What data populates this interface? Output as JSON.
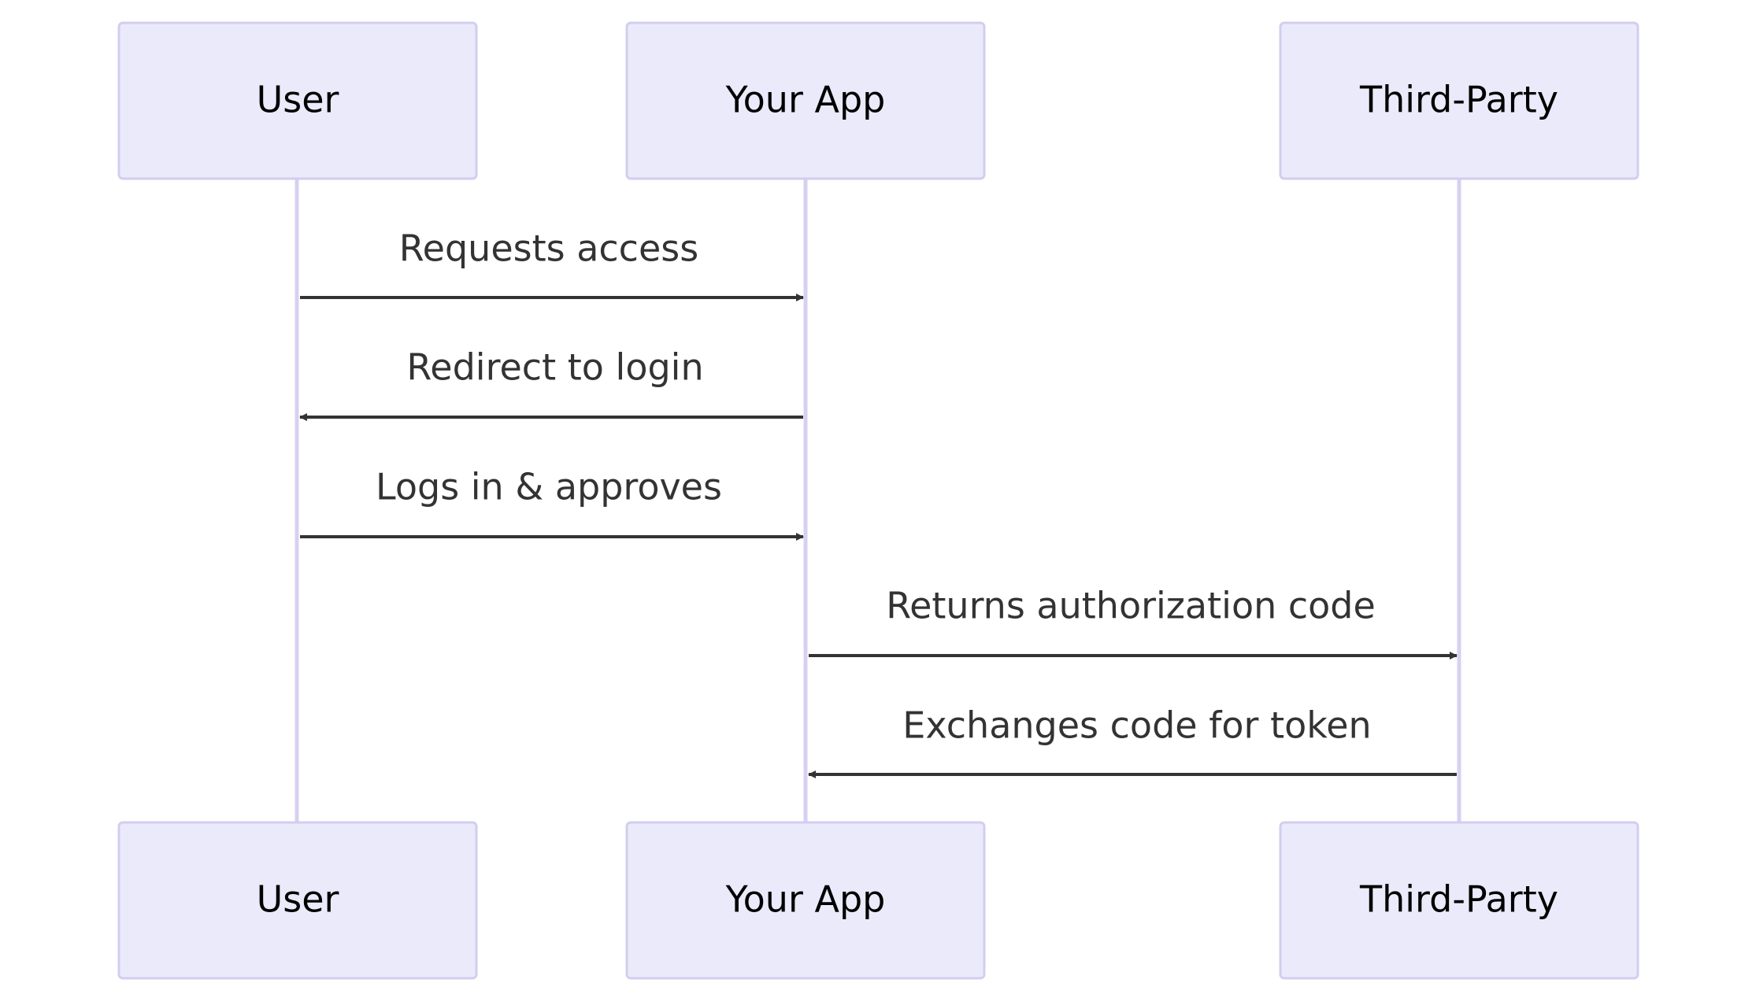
{
  "participants": [
    {
      "id": "user",
      "label": "User"
    },
    {
      "id": "app",
      "label": "Your App"
    },
    {
      "id": "third",
      "label": "Third-Party"
    }
  ],
  "messages": [
    {
      "from": "user",
      "to": "app",
      "label": "Requests access"
    },
    {
      "from": "app",
      "to": "user",
      "label": "Redirect to login"
    },
    {
      "from": "user",
      "to": "app",
      "label": "Logs in & approves"
    },
    {
      "from": "app",
      "to": "third",
      "label": "Returns authorization code"
    },
    {
      "from": "third",
      "to": "app",
      "label": "Exchanges code for token"
    }
  ],
  "colors": {
    "actor_fill": "#eaeafa",
    "actor_stroke": "#d3cdf0",
    "lifeline": "#d8d0f2",
    "message": "#333333"
  }
}
